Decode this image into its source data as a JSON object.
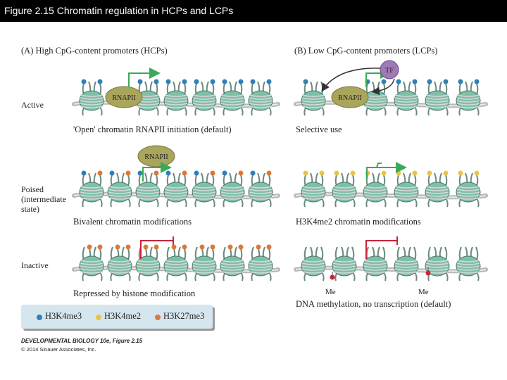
{
  "slide_title": "Figure 2.15  Chromatin regulation in HCPs and LCPs",
  "panel_a": {
    "heading": "(A)  High CpG-content promoters (HCPs)",
    "captions": {
      "active": "'Open' chromatin RNAPII initiation (default)",
      "poised": "Bivalent chromatin modifications",
      "inactive": "Repressed by histone modification"
    }
  },
  "panel_b": {
    "heading": "(B)  Low CpG-content promoters (LCPs)",
    "captions": {
      "active": "Selective use",
      "poised": "H3K4me2 chromatin modifications",
      "inactive": "DNA methylation, no transcription (default)"
    },
    "tf_label": "TF",
    "me_label": "Me"
  },
  "row_labels": {
    "active": "Active",
    "poised_line1": "Poised",
    "poised_line2": "(intermediate",
    "poised_line3": "state)",
    "inactive": "Inactive"
  },
  "rnapii_label": "RNAPII",
  "legend": [
    {
      "label": "H3K4me3",
      "color": "#2f80b8"
    },
    {
      "label": "H3K4me2",
      "color": "#e8c44a"
    },
    {
      "label": "H3K27me3",
      "color": "#d97a3a"
    }
  ],
  "colors": {
    "activation_arrow": "#3aaa5a",
    "repression_bar": "#c8243a",
    "methyl_dot": "#c8243a",
    "nucleosome": "#7fbfa8",
    "dna": "#b8b8b8",
    "rnapii": "#aaa55c",
    "tf": "#a07ab8"
  },
  "credit": {
    "line1": "DEVELOPMENTAL BIOLOGY 10e, Figure 2.15",
    "line2": "© 2014 Sinauer Associates, Inc."
  }
}
